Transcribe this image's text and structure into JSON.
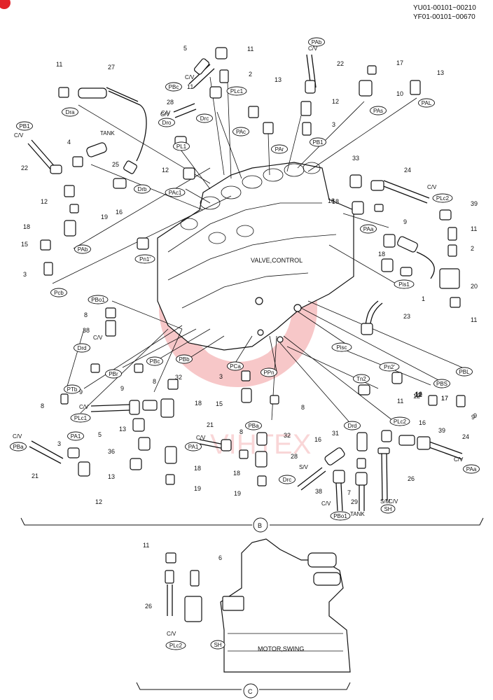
{
  "header": {
    "serial_line_1": "YU01-00101~00210",
    "serial_line_2": "YF01-00101~00670"
  },
  "corner_badge": "",
  "main_labels": {
    "valve_control": "VALVE,CONTROL",
    "motor_swing": "MOTOR,SWING",
    "watermark": "VIHTEX"
  },
  "section_markers": [
    "B",
    "C"
  ],
  "callouts": [
    {
      "n": "5"
    },
    {
      "n": "11"
    },
    {
      "n": "2"
    },
    {
      "n": "22"
    },
    {
      "n": "17"
    },
    {
      "n": "13"
    },
    {
      "n": "11"
    },
    {
      "n": "27"
    },
    {
      "n": "28"
    },
    {
      "n": "11"
    },
    {
      "n": "13"
    },
    {
      "n": "12"
    },
    {
      "n": "10"
    },
    {
      "n": "3"
    },
    {
      "n": "4"
    },
    {
      "n": "25"
    },
    {
      "n": "22"
    },
    {
      "n": "12"
    },
    {
      "n": "19"
    },
    {
      "n": "16"
    },
    {
      "n": "18"
    },
    {
      "n": "15"
    },
    {
      "n": "3"
    },
    {
      "n": "12"
    },
    {
      "n": "33"
    },
    {
      "n": "24"
    },
    {
      "n": "18"
    },
    {
      "n": "9"
    },
    {
      "n": "39"
    },
    {
      "n": "11"
    },
    {
      "n": "2"
    },
    {
      "n": "18"
    },
    {
      "n": "20"
    },
    {
      "n": "1"
    },
    {
      "n": "11"
    },
    {
      "n": "23"
    },
    {
      "n": "8"
    },
    {
      "n": "38"
    },
    {
      "n": "9"
    },
    {
      "n": "9"
    },
    {
      "n": "8"
    },
    {
      "n": "32"
    },
    {
      "n": "3"
    },
    {
      "n": "15"
    },
    {
      "n": "11"
    },
    {
      "n": "12"
    },
    {
      "n": "11"
    },
    {
      "n": "17"
    },
    {
      "n": "9"
    },
    {
      "n": "8"
    },
    {
      "n": "5"
    },
    {
      "n": "13"
    },
    {
      "n": "18"
    },
    {
      "n": "3"
    },
    {
      "n": "36"
    },
    {
      "n": "13"
    },
    {
      "n": "21"
    },
    {
      "n": "12"
    },
    {
      "n": "18"
    },
    {
      "n": "19"
    },
    {
      "n": "21"
    },
    {
      "n": "8"
    },
    {
      "n": "32"
    },
    {
      "n": "18"
    },
    {
      "n": "19"
    },
    {
      "n": "31"
    },
    {
      "n": "16"
    },
    {
      "n": "28"
    },
    {
      "n": "38"
    },
    {
      "n": "7"
    },
    {
      "n": "29"
    },
    {
      "n": "16"
    },
    {
      "n": "39"
    },
    {
      "n": "24"
    },
    {
      "n": "26"
    },
    {
      "n": "12"
    },
    {
      "n": "16"
    },
    {
      "n": "11"
    },
    {
      "n": "6"
    },
    {
      "n": "26"
    },
    {
      "n": "8"
    },
    {
      "n": "12"
    },
    {
      "n": "17"
    },
    {
      "n": "9"
    },
    {
      "n": "18"
    }
  ],
  "port_tags": [
    "PAb",
    "PBc",
    "PLc1",
    "Dra",
    "Drc",
    "PL1",
    "PAc",
    "PAr",
    "PAs",
    "PAL",
    "PB1",
    "PB1",
    "PAc1",
    "Drb",
    "PAb",
    "Pn1'",
    "Pcb",
    "PAa",
    "Pis1",
    "PBo1",
    "Drd",
    "PBr",
    "PBc",
    "PBb",
    "PCa",
    "Pisc",
    "Pn2'",
    "PBL",
    "PTb",
    "Tn2",
    "PBS",
    "PPn",
    "PLc1",
    "PLc2",
    "PA1",
    "PBa",
    "PA1",
    "Drd",
    "PAa",
    "PBa",
    "Drc",
    "PBo1",
    "SH",
    "PLc2",
    "SH",
    "Dro",
    "PLc2"
  ],
  "text_notes": [
    {
      "text": "C/V"
    },
    {
      "text": "C/V"
    },
    {
      "text": "C/V"
    },
    {
      "text": "C/V"
    },
    {
      "text": "C/V"
    },
    {
      "text": "TANK"
    },
    {
      "text": "C/V"
    },
    {
      "text": "C/V"
    },
    {
      "text": "C/V"
    },
    {
      "text": "C/V"
    },
    {
      "text": "C/V"
    },
    {
      "text": "C/V"
    },
    {
      "text": "C/V"
    },
    {
      "text": "S/V"
    },
    {
      "text": "C/V"
    },
    {
      "text": "TANK"
    },
    {
      "text": "S/M"
    },
    {
      "text": "C/V"
    }
  ]
}
